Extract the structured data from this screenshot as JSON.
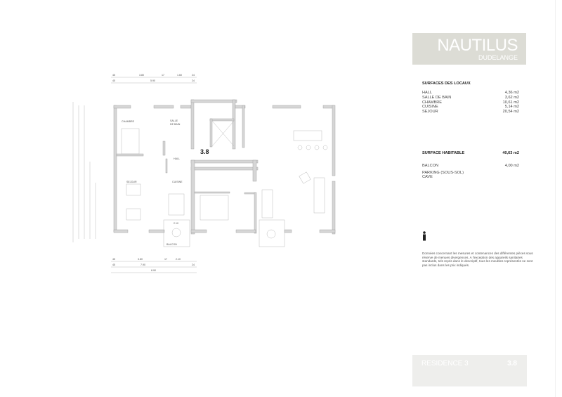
{
  "header": {
    "title": "NAUTILUS",
    "subtitle": "DUDELANGE"
  },
  "surfaces": {
    "heading": "SURFACES DES LOCAUX",
    "rooms": [
      {
        "name": "HALL",
        "area": "4,36 m2"
      },
      {
        "name": "SALLE DE BAIN",
        "area": "3,62 m2"
      },
      {
        "name": "CHAMBRE",
        "area": "10,61 m2"
      },
      {
        "name": "CUISINE",
        "area": "5,14 m2"
      },
      {
        "name": "SEJOUR",
        "area": "20,54 m2"
      }
    ],
    "total_label": "SURFACE HABITABLE",
    "total_value": "40,63 m2",
    "balcon_label": "BALCON",
    "balcon_value": "4,00 m2",
    "parking_label": "PARKING (SOUS-SOL)",
    "cave_label": "CAVE"
  },
  "note": "Données concernant les mesures et contenances des différentes pièces sous réserve de menues divergences. A l'exception des appareils sanitaires standards, tels repris dans le descriptif, tous les meubles représentés ne sont pas inclus dans les prix indiqués.",
  "footer": {
    "residence": "RESIDENCE 3",
    "unit": "3.8"
  },
  "plan": {
    "unit_label": "3.8",
    "rooms": {
      "chambre": "CHAMBRE",
      "sdb1": "SALLE",
      "sdb2": "DE BAIN",
      "hall": "HALL",
      "sejour": "SEJOUR",
      "cuisine": "CUISINE",
      "balcon": "BALCON"
    },
    "dims_top_1": [
      "45",
      "3.80",
      "17",
      "1.60",
      "24"
    ],
    "dims_top_2": [
      "45",
      "5.90",
      "24"
    ],
    "dims_bottom_1": [
      "45",
      "3.80",
      "17",
      "2.10"
    ],
    "dims_bottom_2": [
      "45",
      "7.90",
      "24"
    ],
    "dims_bottom_3": "8.90",
    "balcony_dim": "2.10"
  }
}
